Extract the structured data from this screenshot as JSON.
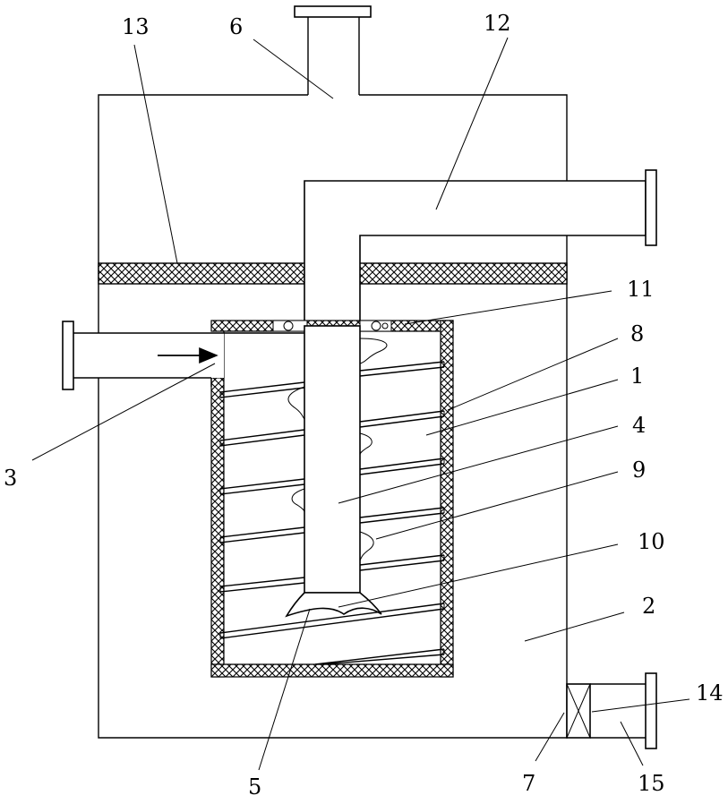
{
  "figure": {
    "labels": {
      "l1": "1",
      "l2": "2",
      "l3": "3",
      "l4": "4",
      "l5": "5",
      "l6": "6",
      "l7": "7",
      "l8": "8",
      "l9": "9",
      "l10": "10",
      "l11": "11",
      "l12": "12",
      "l13": "13",
      "l14": "14",
      "l15": "15"
    }
  },
  "colors": {
    "stroke": "#000000",
    "background": "#ffffff"
  }
}
